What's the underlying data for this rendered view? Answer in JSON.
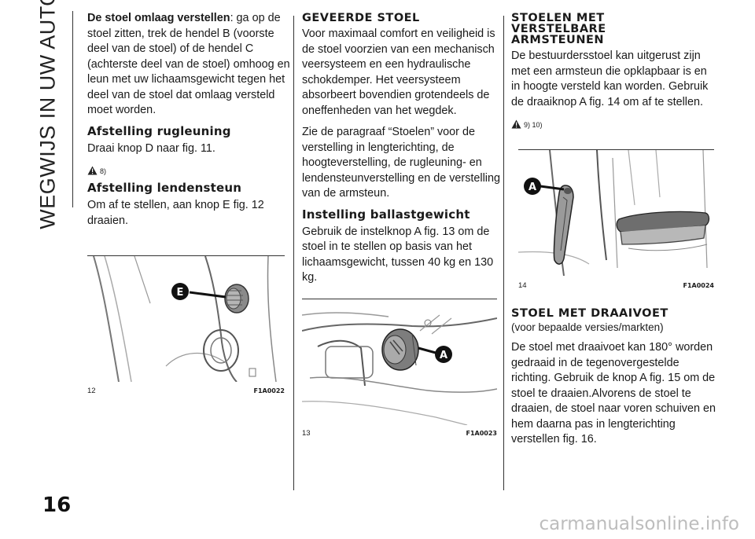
{
  "side_title": "WEGWIJS IN UW AUTO",
  "page_number": "16",
  "watermark": "carmanualsonline.info",
  "col1": {
    "intro_bold": "De stoel omlaag verstellen",
    "intro_rest": ": ga op de stoel zitten, trek de hendel B (voorste deel van de stoel) of de hendel C (achterste deel van de stoel) omhoog en leun met uw lichaamsgewicht tegen het deel van de stoel dat omlaag versteld moet worden.",
    "h_rug": "Afstelling rugleuning",
    "p_rug": "Draai knop D naar fig. 11.",
    "warn_rug": "8)",
    "h_lenden": "Afstelling lendensteun",
    "p_lenden": "Om af te stellen, aan knop E fig. 12 draaien."
  },
  "col2": {
    "h_geveerd": "GEVEERDE STOEL",
    "p_geveerd1": "Voor maximaal comfort en veiligheid is de stoel voorzien van een mechanisch veersysteem en een hydraulische schokdemper. Het veersysteem absorbeert bovendien grotendeels de oneffenheden van het wegdek.",
    "p_geveerd2": "Zie de paragraaf “Stoelen” voor de verstelling in lengterichting, de hoogteverstelling, de rugleuning- en lendensteunverstelling en de verstelling van de armsteun.",
    "h_ballast": "Instelling ballastgewicht",
    "p_ballast": "Gebruik de instelknop A fig. 13 om de stoel in te stellen op basis van het lichaamsgewicht, tussen 40 kg en 130 kg."
  },
  "col3": {
    "h_arm": "STOELEN MET VERSTELBARE ARMSTEUNEN",
    "p_arm": "De bestuurdersstoel kan uitgerust zijn met een armsteun die opklapbaar is en in hoogte versteld kan worden. Gebruik de draaiknop A fig. 14 om af te stellen.",
    "warn_arm": "9) 10)",
    "h_draai": "STOEL MET DRAAIVOET",
    "sub_draai": "(voor bepaalde versies/markten)",
    "p_draai": "De stoel met draaivoet kan 180° worden gedraaid in de tegenovergestelde richting. Gebruik de knop A fig. 15 om de stoel te draaien.Alvorens de stoel te draaien, de stoel naar voren schuiven en hem daarna pas in lengterichting verstellen fig. 16."
  },
  "figures": {
    "fig12": {
      "number": "12",
      "code": "F1A0022",
      "callout": "E"
    },
    "fig13": {
      "number": "13",
      "code": "F1A0023",
      "callout": "A"
    },
    "fig14": {
      "number": "14",
      "code": "F1A0024",
      "callout": "A"
    }
  }
}
